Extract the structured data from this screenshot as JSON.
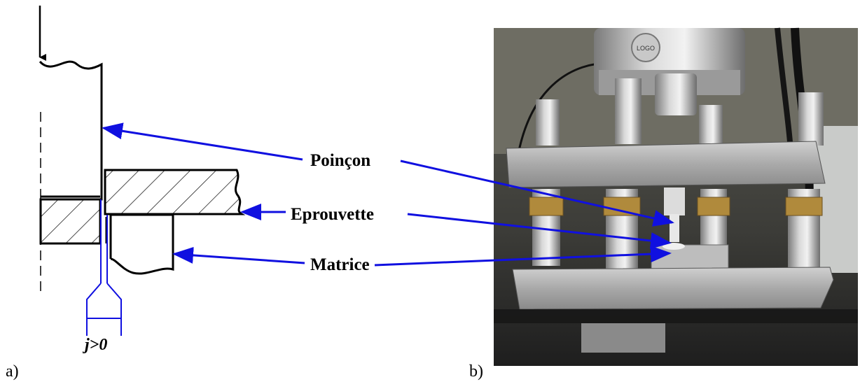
{
  "colors": {
    "line": "#000000",
    "arrow": "#1010e0",
    "clearance": "#1010e0",
    "photo_bg": "#2b2b2b",
    "steel": "#b8b8b8"
  },
  "panels": {
    "a": {
      "caption": "a)"
    },
    "b": {
      "caption": "b)"
    }
  },
  "labels": {
    "punch": "Poinçon",
    "specimen": "Eprouvette",
    "die": "Matrice"
  },
  "clearance": {
    "text": "j>0"
  },
  "photo": {
    "badge_text": "LOGO"
  }
}
